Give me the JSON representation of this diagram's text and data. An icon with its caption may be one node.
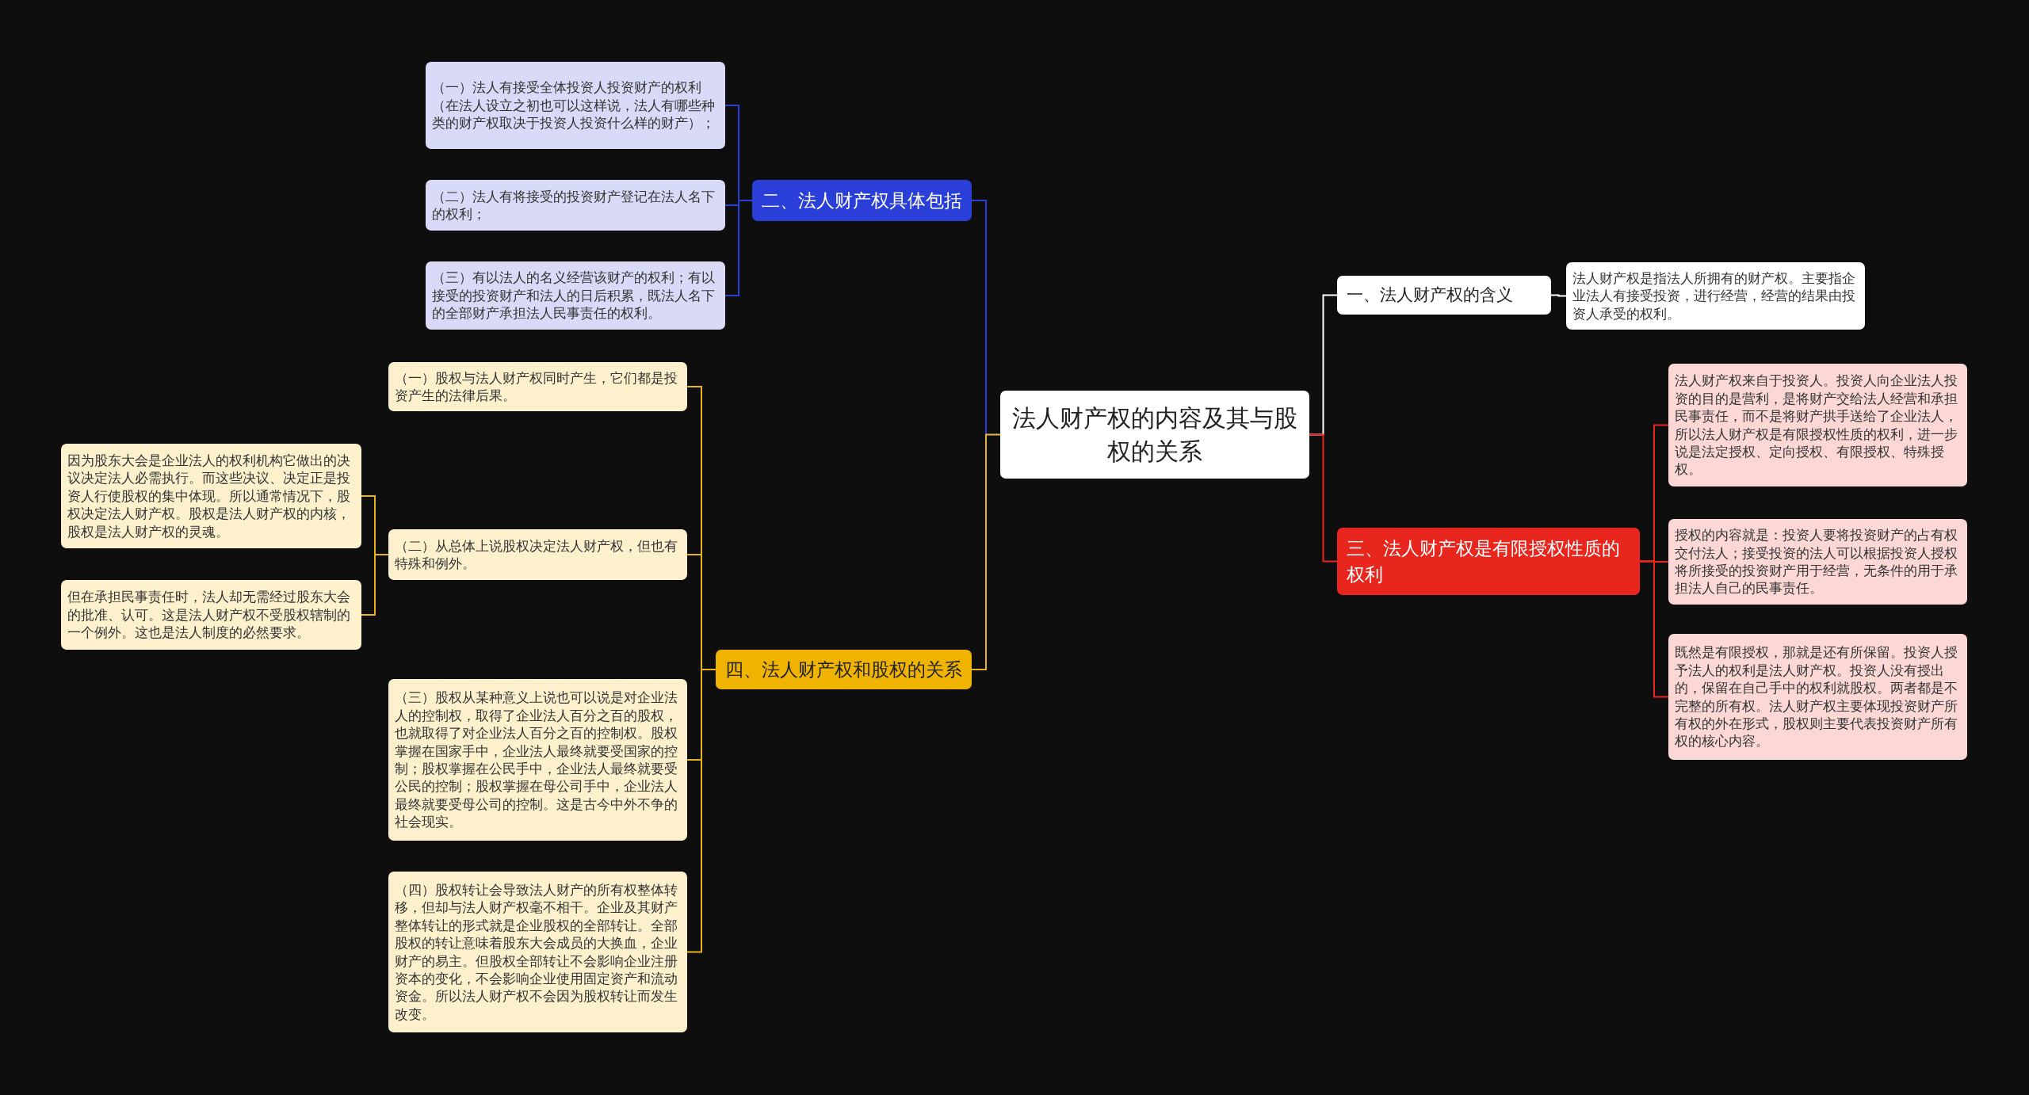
{
  "diagram": {
    "nodes": [
      {
        "text": [
          "法人财产权的内容及其与股权的关系"
        ]
      },
      {
        "text": [
          "一、法人财产权的含义"
        ]
      },
      {
        "text": [
          "法人财产权是指法人所拥有的财产权。主要指企业法人有接受投资，进行经营，经营的结果由投资人承受的权利。"
        ]
      },
      {
        "text": [
          "三、法人财产权是有限授权性质的权利"
        ]
      },
      {
        "text": [
          "法人财产权来自于投资人。投资人向企业法人投资的目的是营利，是将财产交给法人经营和承担民事责任，而不是将财产拱手送给了企业法人，所以法人财产权是有限授权性质的权利，进一步说是法定授权、定向授权、有限授权、特殊授权。"
        ]
      },
      {
        "text": [
          "授权的内容就是：投资人要将投资财产的占有权交付法人；接受投资的法人可以根据投资人授权将所接受的投资财产用于经营，无条件的用于承担法人自己的民事责任。"
        ]
      },
      {
        "text": [
          "既然是有限授权，那就是还有所保留。投资人授予法人的权利是法人财产权。投资人没有授出的，保留在自己手中的权利就股权。两者都是不完整的所有权。法人财产权主要体现投资财产所有权的外在形式，股权则主要代表投资财产所有权的核心内容。"
        ]
      },
      {
        "text": [
          "二、法人财产权具体包括"
        ]
      },
      {
        "text": [
          "（一）法人有接受全体投资人投资财产的权利（在法人设立之初也可以这样说，法人有哪些种类的财产权取决于投资人投资什么样的财产）；"
        ]
      },
      {
        "text": [
          "（二）法人有将接受的投资财产登记在法人名下的权利；"
        ]
      },
      {
        "text": [
          "（三）有以法人的名义经营该财产的权利；有以接受的投资财产和法人的日后积累，既法人名下的全部财产承担法人民事责任的权利。"
        ]
      },
      {
        "text": [
          "四、法人财产权和股权的关系"
        ]
      },
      {
        "text": [
          "（一）股权与法人财产权同时产生，它们都是投资产生的法律后果。"
        ]
      },
      {
        "text": [
          "（二）从总体上说股权决定法人财产权，但也有特殊和例外。"
        ]
      },
      {
        "text": [
          "因为股东大会是企业法人的权利机构它做出的决议决定法人必需执行。而这些决议、决定正是投资人行使股权的集中体现。所以通常情况下，股权决定法人财产权。股权是法人财产权的内核，股权是法人财产权的灵魂。"
        ]
      },
      {
        "text": [
          "但在承担民事责任时，法人却无需经过股东大会的批准、认可。这是法人财产权不受股权辖制的一个例外。这也是法人制度的必然要求。"
        ]
      },
      {
        "text": [
          "（三）股权从某种意义上说也可以说是对企业法人的控制权，取得了企业法人百分之百的股权，也就取得了对企业法人百分之百的控制权。股权掌握在国家手中，企业法人最终就要受国家的控制；股权掌握在公民手中，企业法人最终就要受公民的控制；股权掌握在母公司手中，企业法人最终就要受母公司的控制。这是古今中外不争的社会现实。"
        ]
      },
      {
        "text": [
          "（四）股权转让会导致法人财产的所有权整体转移，但却与法人财产权毫不相干。企业及其财产整体转让的形式就是企业股权的全部转让。全部股权的转让意味着股东大会成员的大换血，企业财产的易主。但股权全部转让不会影响企业注册资本的变化，不会影响企业使用固定资产和流动资金。所以法人财产权不会因为股权转让而发生改变。"
        ]
      }
    ],
    "edges": [
      {
        "from": 0,
        "to": 1,
        "arrow": "none",
        "color": "#ffffff"
      },
      {
        "from": 1,
        "to": 2,
        "arrow": "none",
        "color": "#ffffff"
      },
      {
        "from": 0,
        "to": 3,
        "arrow": "none",
        "color": "#e8261e"
      },
      {
        "from": 3,
        "to": 4,
        "arrow": "none",
        "color": "#e8261e"
      },
      {
        "from": 3,
        "to": 5,
        "arrow": "none",
        "color": "#e8261e"
      },
      {
        "from": 3,
        "to": 6,
        "arrow": "none",
        "color": "#e8261e"
      },
      {
        "from": 0,
        "to": 7,
        "arrow": "none",
        "color": "#2a3ed8"
      },
      {
        "from": 7,
        "to": 8,
        "arrow": "none",
        "color": "#2a3ed8"
      },
      {
        "from": 7,
        "to": 9,
        "arrow": "none",
        "color": "#2a3ed8"
      },
      {
        "from": 7,
        "to": 10,
        "arrow": "none",
        "color": "#2a3ed8"
      },
      {
        "from": 0,
        "to": 11,
        "arrow": "none"
      },
      {
        "from": 11,
        "to": 12,
        "arrow": "none"
      },
      {
        "from": 11,
        "to": 13,
        "arrow": "none"
      },
      {
        "from": 13,
        "to": 14,
        "arrow": "none"
      },
      {
        "from": 13,
        "to": 15,
        "arrow": "none"
      },
      {
        "from": 11,
        "to": 16,
        "arrow": "none"
      },
      {
        "from": 11,
        "to": 17,
        "arrow": "none"
      }
    ]
  }
}
